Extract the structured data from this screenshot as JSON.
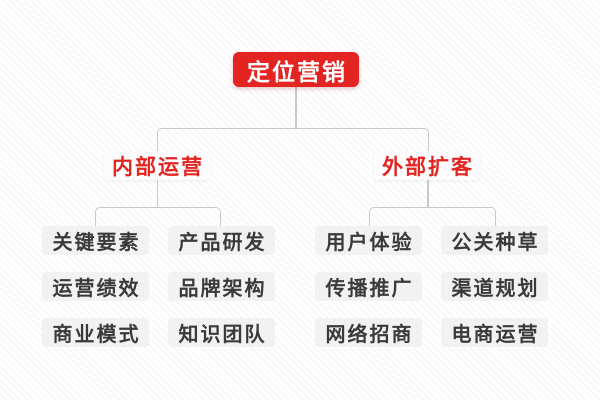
{
  "colors": {
    "accent_red": "#e32421",
    "root_text": "#ffffff",
    "branch_box_bg": "#fcfcfc",
    "leaf_box_bg": "#f2f2f2",
    "leaf_text": "#3a3a3a",
    "connector_line": "#c8c8c8",
    "background_stripe": "#f3f3f6"
  },
  "chart_type": "mind-map",
  "tree": {
    "root": {
      "label": "定位营销"
    },
    "branches": [
      {
        "label": "内部运营",
        "children": [
          "关键要素",
          "产品研发",
          "运营绩效",
          "品牌架构",
          "商业模式",
          "知识团队"
        ]
      },
      {
        "label": "外部扩客",
        "children": [
          "用户体验",
          "公关种草",
          "传播推广",
          "渠道规划",
          "网络招商",
          "电商运营"
        ]
      }
    ]
  }
}
